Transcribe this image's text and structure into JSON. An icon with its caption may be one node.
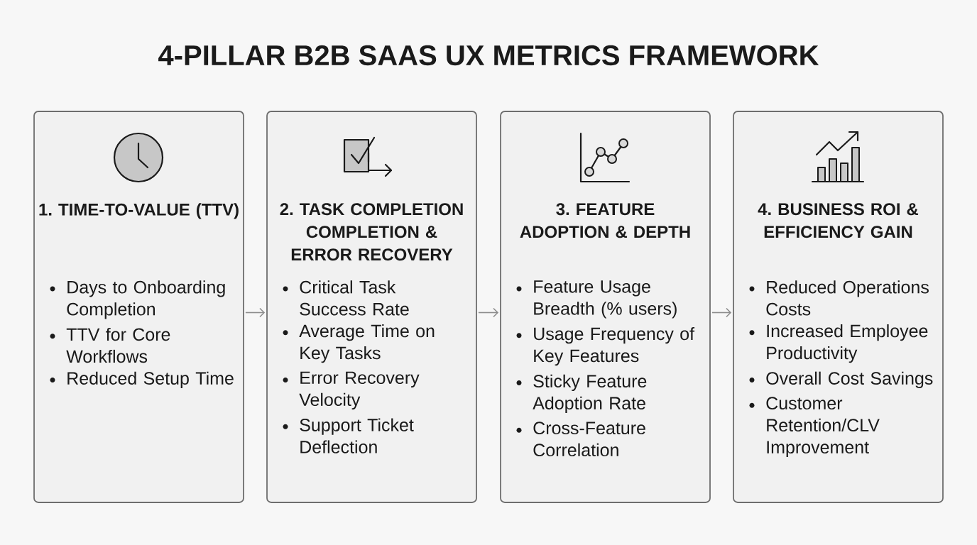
{
  "diagram": {
    "title": "4-PILLAR B2B SAAS UX METRICS FRAMEWORK",
    "nodes": [
      {
        "text": [
          "1. TIME-TO-VALUE (TTV)",
          "Days to Onboarding Completion",
          "TTV for Core Workflows",
          "Reduced Setup Time"
        ]
      },
      {
        "text": [
          "2. TASK COMPLETION COMPLETION & ERROR RECOVERY",
          "Critical Task Success Rate",
          "Average Time on Key Tasks",
          "Error Recovery Velocity",
          "Support Ticket Deflection"
        ]
      },
      {
        "text": [
          "3. FEATURE ADOPTION & DEPTH",
          "Feature Usage Breadth (% users)",
          "Usage Frequency of Key Features",
          "Sticky Feature Adoption Rate",
          "Cross-Feature Correlation"
        ]
      },
      {
        "text": [
          "4. BUSINESS ROI & EFFICIENCY GAIN",
          "Reduced Operations Costs",
          "Increased Employee Productivity",
          "Overall Cost Savings",
          "Customer Retention/CLV Improvement"
        ]
      }
    ],
    "edges": [
      {
        "from": 0,
        "to": 1,
        "arrow": "to"
      },
      {
        "from": 1,
        "to": 2,
        "arrow": "to"
      },
      {
        "from": 2,
        "to": 3,
        "arrow": "to"
      }
    ]
  }
}
